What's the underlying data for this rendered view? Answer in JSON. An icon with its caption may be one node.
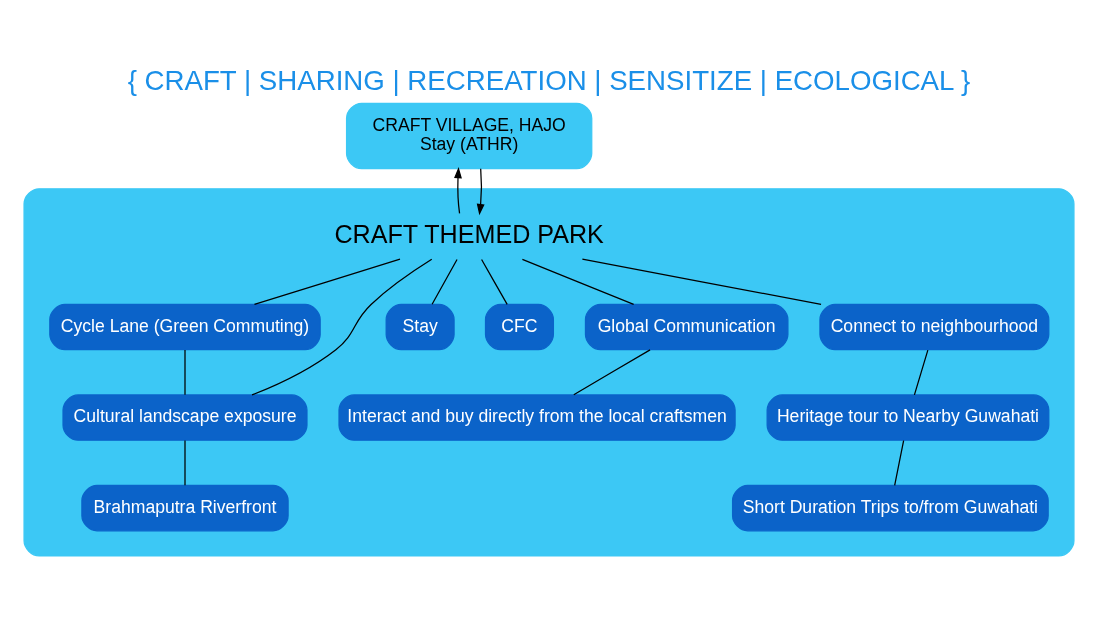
{
  "diagram": {
    "title": "{ CRAFT | SHARING | RECREATION | SENSITIZE | ECOLOGICAL }",
    "nodes": [
      {
        "text": [
          "CRAFT VILLAGE, HAJO",
          "Stay (ATHR)"
        ]
      },
      {
        "text": [],
        "shape": "cloud"
      },
      {
        "text": [
          "CRAFT THEMED PARK"
        ],
        "in": 1
      },
      {
        "text": [
          "Cycle Lane (Green Commuting)"
        ],
        "in": 1
      },
      {
        "text": [
          "Cultural landscape exposure"
        ],
        "in": 1
      },
      {
        "text": [
          "Stay"
        ],
        "in": 1
      },
      {
        "text": [
          "CFC"
        ],
        "in": 1
      },
      {
        "text": [
          "Brahmaputra Riverfront"
        ],
        "in": 1
      },
      {
        "text": [
          "Global Communication"
        ],
        "in": 1
      },
      {
        "text": [
          "Interact and buy directly from the local craftsmen"
        ],
        "in": 1
      },
      {
        "text": [
          "Connect to neighbourhood"
        ],
        "in": 1
      },
      {
        "text": [
          "Heritage tour to Nearby Guwahati"
        ],
        "in": 1
      },
      {
        "text": [
          "Short Duration Trips to/from Guwahati"
        ],
        "in": 1
      }
    ],
    "edges": [
      {
        "from": 0,
        "to": 2,
        "arrow": "to"
      },
      {
        "from": 2,
        "to": 0,
        "arrow": "to"
      },
      {
        "from": 2,
        "to": 3,
        "arrow": "none"
      },
      {
        "from": 2,
        "to": 4,
        "arrow": "none"
      },
      {
        "from": 3,
        "to": 4,
        "arrow": "none"
      },
      {
        "from": 2,
        "to": 5,
        "arrow": "none"
      },
      {
        "from": 2,
        "to": 6,
        "arrow": "none"
      },
      {
        "from": 4,
        "to": 7,
        "arrow": "none"
      },
      {
        "from": 2,
        "to": 8,
        "arrow": "none"
      },
      {
        "from": 8,
        "to": 9,
        "arrow": "none"
      },
      {
        "from": 2,
        "to": 10,
        "arrow": "none"
      },
      {
        "from": 10,
        "to": 11,
        "arrow": "none"
      },
      {
        "from": 11,
        "to": 12,
        "arrow": "none"
      }
    ]
  }
}
